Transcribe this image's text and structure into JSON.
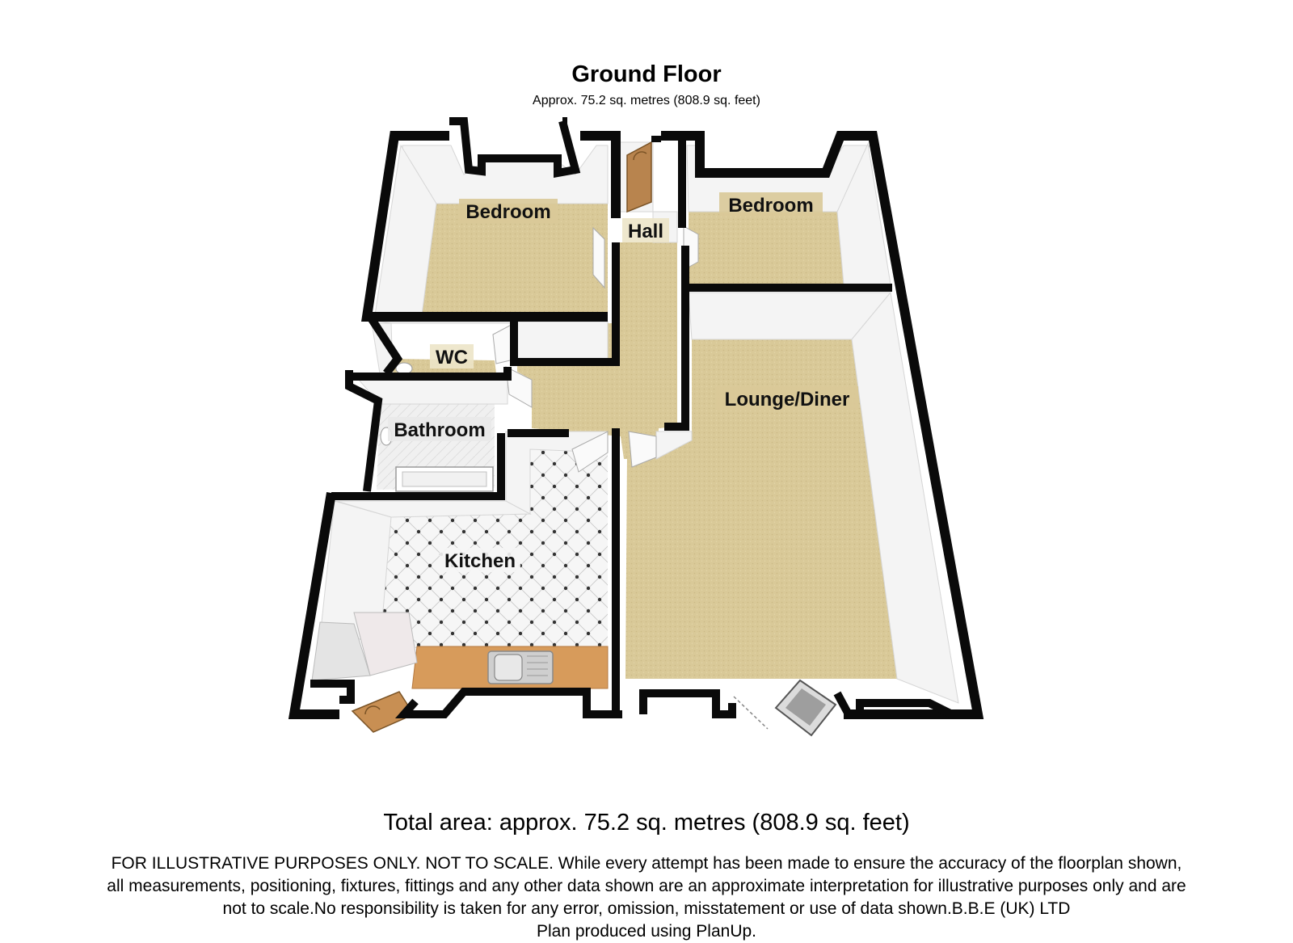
{
  "floor": {
    "title": "Ground Floor",
    "subtitle": "Approx.  75.2 sq. metres (808.9 sq. feet)"
  },
  "rooms": {
    "bedroom_left": "Bedroom",
    "bedroom_right": "Bedroom",
    "hall": "Hall",
    "wc": "WC",
    "bathroom": "Bathroom",
    "kitchen": "Kitchen",
    "lounge_diner": "Lounge/Diner"
  },
  "footer": {
    "total_area": "Total area: approx.  75.2 sq. metres (808.9 sq. feet)",
    "disclaimer_lines": [
      "FOR ILLUSTRATIVE PURPOSES ONLY. NOT TO SCALE. While every attempt has been made to ensure the accuracy of the floorplan shown,",
      "all measurements, positioning, fixtures, fittings and any other data shown are an approximate interpretation for illustrative purposes only and are",
      "not to scale.No responsibility is taken for any error, omission, misstatement or use of data shown.B.B.E (UK) LTD",
      "Plan produced using PlanUp."
    ]
  },
  "colors": {
    "carpet": "#d9c998",
    "wall": "#0a0a0a",
    "wall_face": "#f4f4f4",
    "wood": "#d79b5b",
    "door": "#b8844e",
    "tile": "#f6f6f6"
  }
}
